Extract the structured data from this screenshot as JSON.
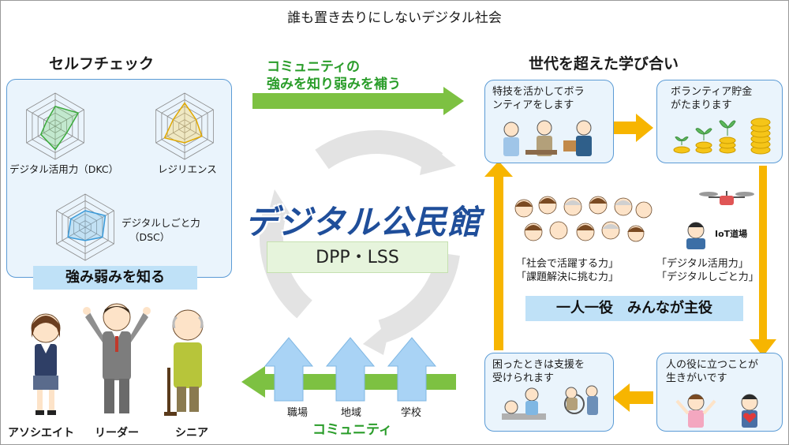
{
  "title": "誰も置き去りにしないデジタル社会",
  "left": {
    "heading": "セルフチェック",
    "radar_labels": [
      "デジタル活用力（DKC）",
      "レジリエンス",
      "デジタルしごと力",
      "（DSC）"
    ],
    "footer": "強み弱みを知る",
    "characters": [
      "アソシエイト",
      "リーダー",
      "シニア"
    ]
  },
  "center": {
    "top_arrow": [
      "コミュニティの",
      "強みを知り弱みを補う"
    ],
    "hub_title": "デジタル公民館",
    "hub_subtitle": "DPP・LSS",
    "up_arrows": [
      "職場",
      "地域",
      "学校"
    ],
    "bottom_label": "コミュニティ"
  },
  "right": {
    "heading": "世代を超えた学び合い",
    "box_tl": [
      "特技を活かしてボラ",
      "ンティアをします"
    ],
    "box_tr": [
      "ボランティア貯金",
      "がたまります"
    ],
    "mid_left": [
      "「社会で活躍する力」",
      "「課題解決に挑む力」"
    ],
    "iot": "IoT道場",
    "mid_right": [
      "「デジタル活用力」",
      "「デジタルしごと力」"
    ],
    "banner": "一人一役　みんなが主役",
    "box_bl": [
      "困ったときは支援を",
      "受けられます"
    ],
    "box_br": [
      "人の役に立つことが",
      "生きがいです"
    ]
  },
  "colors": {
    "panel_border": "#5b9bd5",
    "panel_fill": "#eaf4fc",
    "label_fill": "#bfe1f7",
    "green": "#7dc142",
    "orange": "#f7b500",
    "hub_blue": "#1f4e9a",
    "up_arrow": "#a9d3f5"
  }
}
